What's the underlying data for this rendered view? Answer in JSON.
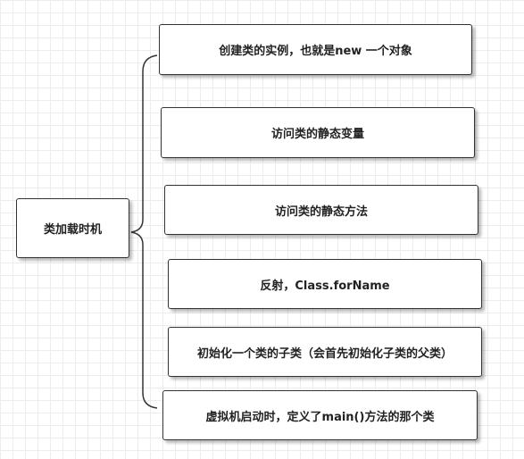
{
  "diagram": {
    "root": {
      "label": "类加载时机"
    },
    "children": [
      {
        "label": "创建类的实例，也就是new 一个对象"
      },
      {
        "label": "访问类的静态变量"
      },
      {
        "label": "访问类的静态方法"
      },
      {
        "label": "反射，Class.forName"
      },
      {
        "label": "初始化一个类的子类（会首先初始化子类的父类）"
      },
      {
        "label": "虚拟机启动时，定义了main()方法的那个类"
      }
    ]
  },
  "colors": {
    "border": "#333333",
    "grid": "#ececec",
    "text": "#222222"
  }
}
